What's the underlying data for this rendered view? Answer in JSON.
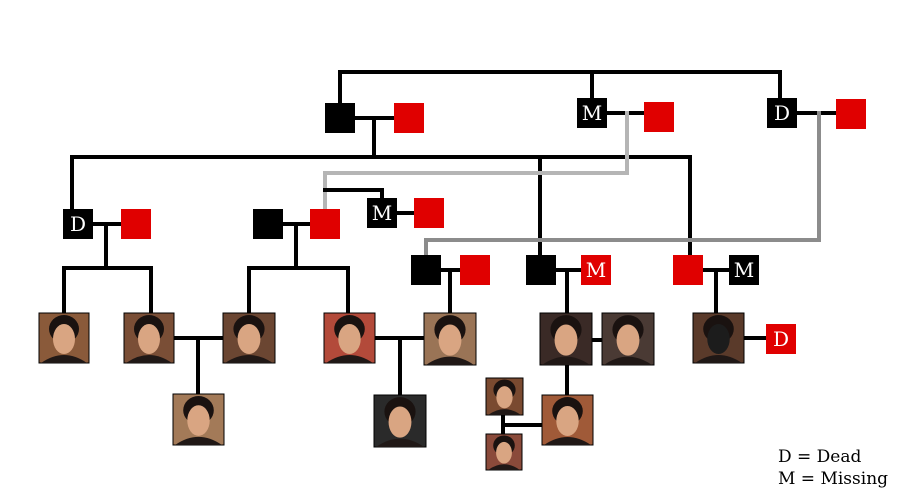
{
  "colors": {
    "line": "#000000",
    "line_grey_light": "#b5b5b5",
    "line_grey": "#8c8c8c",
    "male": "#000000",
    "female": "#e00000",
    "text_on_node": "#ffffff"
  },
  "nodes": [
    {
      "id": "g1-m",
      "sex": "male",
      "mark": ""
    },
    {
      "id": "g1-f",
      "sex": "female",
      "mark": ""
    },
    {
      "id": "g2-m",
      "sex": "male",
      "mark": "M"
    },
    {
      "id": "g2-f",
      "sex": "female",
      "mark": ""
    },
    {
      "id": "g3-m",
      "sex": "male",
      "mark": "D"
    },
    {
      "id": "g3-f",
      "sex": "female",
      "mark": ""
    },
    {
      "id": "b1-m",
      "sex": "male",
      "mark": "D"
    },
    {
      "id": "b1-f",
      "sex": "female",
      "mark": ""
    },
    {
      "id": "b2-m",
      "sex": "male",
      "mark": ""
    },
    {
      "id": "b2-f",
      "sex": "female",
      "mark": ""
    },
    {
      "id": "b3-m",
      "sex": "male",
      "mark": "M"
    },
    {
      "id": "b3-f",
      "sex": "female",
      "mark": ""
    },
    {
      "id": "c1-m",
      "sex": "male",
      "mark": ""
    },
    {
      "id": "c1-f",
      "sex": "female",
      "mark": ""
    },
    {
      "id": "c2-m",
      "sex": "male",
      "mark": ""
    },
    {
      "id": "c2-f",
      "sex": "female",
      "mark": "M"
    },
    {
      "id": "c3-f",
      "sex": "female",
      "mark": ""
    },
    {
      "id": "c3-m",
      "sex": "male",
      "mark": "M"
    },
    {
      "id": "mask-partner",
      "sex": "female",
      "mark": "D"
    }
  ],
  "portraits": [
    {
      "id": "p1",
      "tone": "#8a5a3a"
    },
    {
      "id": "p2",
      "tone": "#7a4e36"
    },
    {
      "id": "p3",
      "tone": "#6b4632"
    },
    {
      "id": "p4",
      "tone": "#b34a3a"
    },
    {
      "id": "p5",
      "tone": "#9a7456"
    },
    {
      "id": "p6",
      "tone": "#3a2a26"
    },
    {
      "id": "p7",
      "tone": "#4a3a34"
    },
    {
      "id": "p8",
      "tone": "#5a3a2a"
    },
    {
      "id": "p9",
      "tone": "#a37a58"
    },
    {
      "id": "p10",
      "tone": "#2a2a2a"
    },
    {
      "id": "p11",
      "tone": "#7a4a30"
    },
    {
      "id": "p12",
      "tone": "#8a4a3a"
    },
    {
      "id": "p13",
      "tone": "#a05a38"
    }
  ],
  "legend": {
    "dead": "D = Dead",
    "missing": "M = Missing"
  }
}
